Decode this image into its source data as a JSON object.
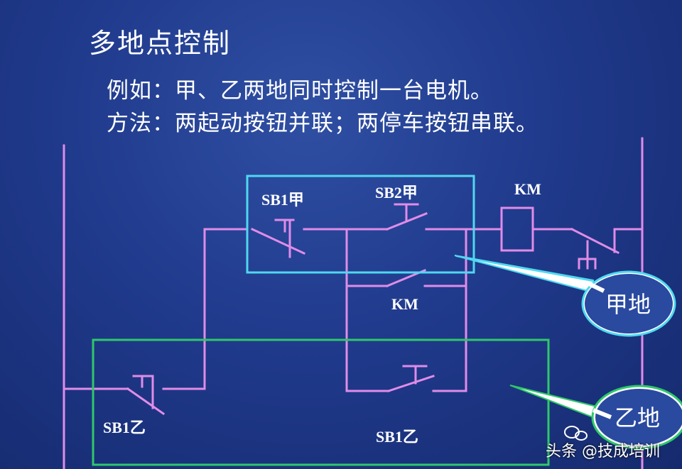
{
  "slide": {
    "title": "多地点控制",
    "example_line": "例如：甲、乙两地同时控制一台电机。",
    "method_line": "方法：两起动按钮并联；两停车按钮串联。"
  },
  "circuit": {
    "labels": {
      "sb1_jia": "SB1甲",
      "sb2_jia": "SB2甲",
      "km_coil": "KM",
      "km_contact": "KM",
      "sb1_yi_stop": "SB1乙",
      "sb1_yi_start": "SB1乙"
    },
    "callouts": {
      "jia_location": "甲地",
      "yi_location": "乙地"
    },
    "colors": {
      "wire": "#e08ce8",
      "group_jia_box": "#4fd8f0",
      "group_yi_box": "#2ec86a",
      "callout_fill": "#ffffff",
      "callout_stroke": "#6fd8f0"
    }
  },
  "watermark": {
    "text": "头条 @技成培训"
  }
}
